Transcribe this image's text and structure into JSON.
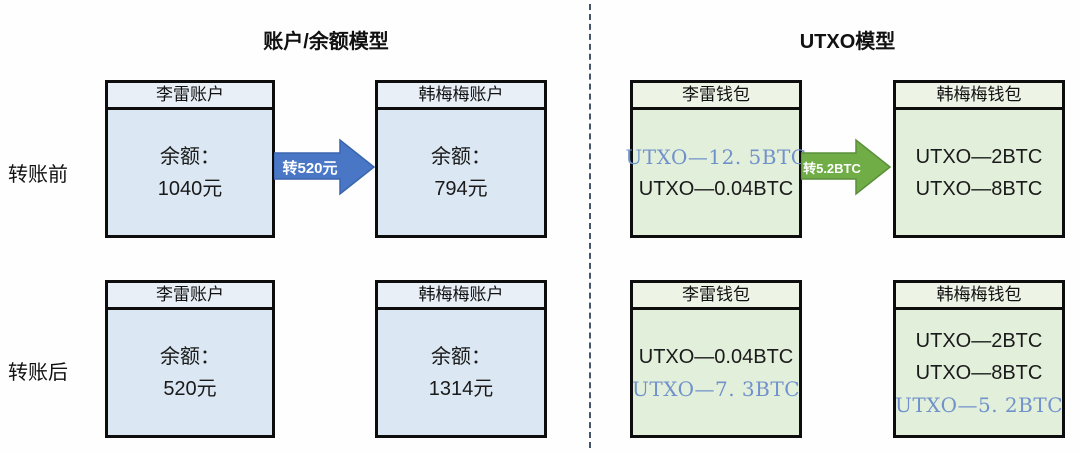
{
  "titles": {
    "left": "账户/余额模型",
    "right": "UTXO模型"
  },
  "row_labels": {
    "before": "转账前",
    "after": "转账后"
  },
  "account_model": {
    "before": {
      "sender": {
        "header": "李雷账户",
        "label": "余额：",
        "value": "1040元"
      },
      "receiver": {
        "header": "韩梅梅账户",
        "label": "余额：",
        "value": "794元"
      },
      "arrow_label": "转520元"
    },
    "after": {
      "sender": {
        "header": "李雷账户",
        "label": "余额：",
        "value": "520元"
      },
      "receiver": {
        "header": "韩梅梅账户",
        "label": "余额：",
        "value": "1314元"
      }
    }
  },
  "utxo_model": {
    "before": {
      "sender": {
        "header": "李雷钱包",
        "lines": [
          {
            "text": "UTXO—12. 5BTC",
            "highlight": true
          },
          {
            "text": "UTXO—0.04BTC",
            "highlight": false
          }
        ]
      },
      "receiver": {
        "header": "韩梅梅钱包",
        "lines": [
          {
            "text": "UTXO—2BTC",
            "highlight": false
          },
          {
            "text": "UTXO—8BTC",
            "highlight": false
          }
        ]
      },
      "arrow_label": "转5.2BTC"
    },
    "after": {
      "sender": {
        "header": "李雷钱包",
        "lines": [
          {
            "text": "UTXO—0.04BTC",
            "highlight": false
          },
          {
            "text": "UTXO—7. 3BTC",
            "highlight": true
          }
        ]
      },
      "receiver": {
        "header": "韩梅梅钱包",
        "lines": [
          {
            "text": "UTXO—2BTC",
            "highlight": false
          },
          {
            "text": "UTXO—8BTC",
            "highlight": false
          },
          {
            "text": "UTXO—5. 2BTC",
            "highlight": true
          }
        ]
      }
    }
  },
  "colors": {
    "account_box_bg": "#dbe7f2",
    "account_header_bg": "#e8eff7",
    "utxo_box_bg": "#e2efdb",
    "utxo_header_bg": "#edf4e6",
    "blue_arrow_fill": "#4977c6",
    "blue_arrow_stroke": "#3a65ad",
    "green_arrow_fill": "#71ad47",
    "green_arrow_stroke": "#5a8f3a",
    "utxo_highlight_text": "#7191cb",
    "divider_dash": "#44546a",
    "box_border": "#0d0d0d"
  }
}
